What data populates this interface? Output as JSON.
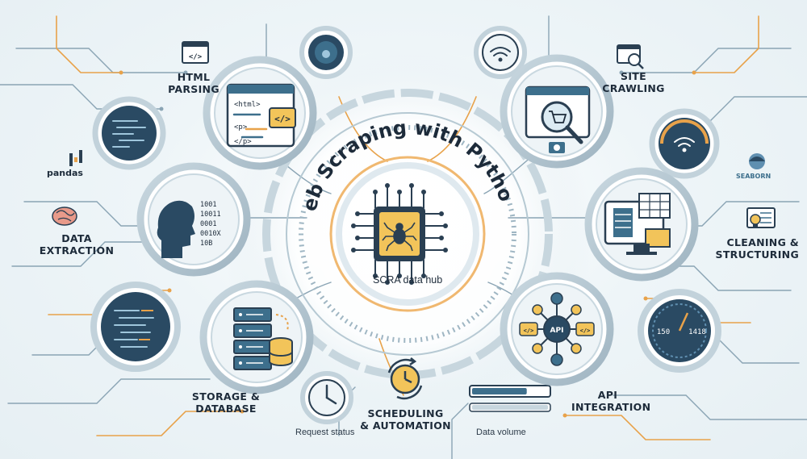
{
  "title": "Web Scraping with Python",
  "hub": {
    "label": "SCRA data hub"
  },
  "labels": {
    "html_parsing": [
      "HTML",
      "PARSING"
    ],
    "site_crawling": [
      "SITE",
      "CRAWLING"
    ],
    "data_extraction": [
      "DATA",
      "EXTRACTION"
    ],
    "cleaning_structuring": [
      "CLEANING &",
      "STRUCTURING"
    ],
    "storage_database": [
      "STORAGE &",
      "DATABASE"
    ],
    "scheduling_automation": [
      "SCHEDULING",
      "& AUTOMATION"
    ],
    "api_integration": [
      "API",
      "INTEGRATION"
    ]
  },
  "brands": {
    "pandas": "pandas",
    "seaborn": "SEABORN"
  },
  "captions": {
    "request_status": "Request status",
    "data_volume": "Data volume"
  },
  "code": {
    "html_open": "<html>",
    "p_open": "<p>",
    "p_close": "</p>",
    "tag_icon": "</>"
  },
  "binary_lines": [
    "1001",
    "10011",
    "0001",
    "0010X",
    "10B"
  ],
  "gauge_values": [
    "150",
    "1418"
  ],
  "api": {
    "center": "API",
    "node": "</>"
  },
  "data_volume_level": 0.72,
  "colors": {
    "navy": "#1f3b55",
    "teal": "#3d6f8c",
    "orange": "#e8a24a",
    "yellow": "#f2c45a",
    "light": "#dfe9ef"
  }
}
